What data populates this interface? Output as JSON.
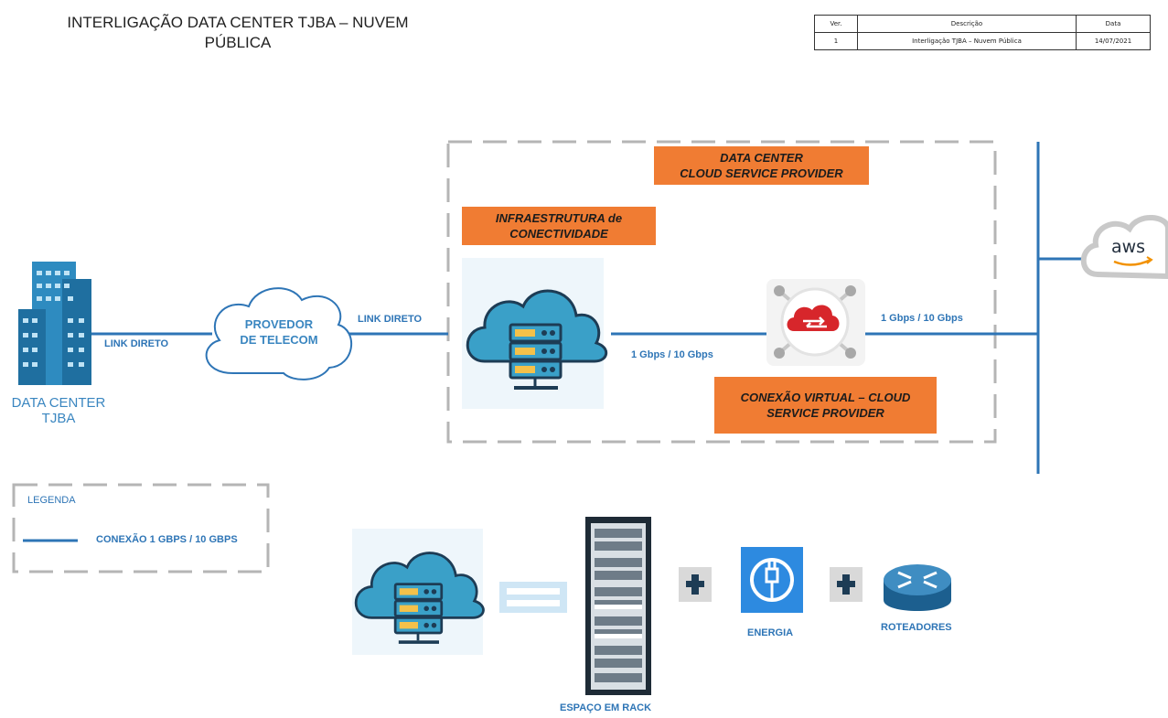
{
  "title": {
    "line1": "INTERLIGAÇÃO DATA CENTER TJBA – NUVEM",
    "line2": "PÚBLICA"
  },
  "revision_table": {
    "headers": [
      "Ver.",
      "Descrição",
      "Data"
    ],
    "row": [
      "1",
      "Interligação TJBA – Nuvem Pública",
      "14/07/2021"
    ]
  },
  "nodes": {
    "dc_tjba": {
      "line1": "DATA CENTER",
      "line2": "TJBA"
    },
    "telecom": {
      "line1": "PROVEDOR",
      "line2": "DE TELECOM"
    },
    "csp_datacenter": {
      "line1": "DATA CENTER",
      "line2": "CLOUD SERVICE PROVIDER"
    },
    "infra": {
      "line1": "INFRAESTRUTURA de",
      "line2": "CONECTIVIDADE"
    },
    "virtual_conn": {
      "line1": "CONEXÃO VIRTUAL – CLOUD",
      "line2": "SERVICE PROVIDER"
    },
    "aws": "aws"
  },
  "links": {
    "link1": "LINK DIRETO",
    "link2": "LINK DIRETO",
    "speed1": "1 Gbps / 10 Gbps",
    "speed2": "1 Gbps / 10 Gbps"
  },
  "legend": {
    "title": "LEGENDA",
    "item": "CONEXÃO 1 GBPS / 10 GBPS"
  },
  "equation": {
    "rack": "ESPAÇO EM RACK",
    "energy": "ENERGIA",
    "routers": "ROTEADORES"
  },
  "colors": {
    "line": "#2e75b6",
    "orange": "#f07c33",
    "cloud_fill": "#3aa0c8",
    "dash": "#b5b5b5"
  }
}
